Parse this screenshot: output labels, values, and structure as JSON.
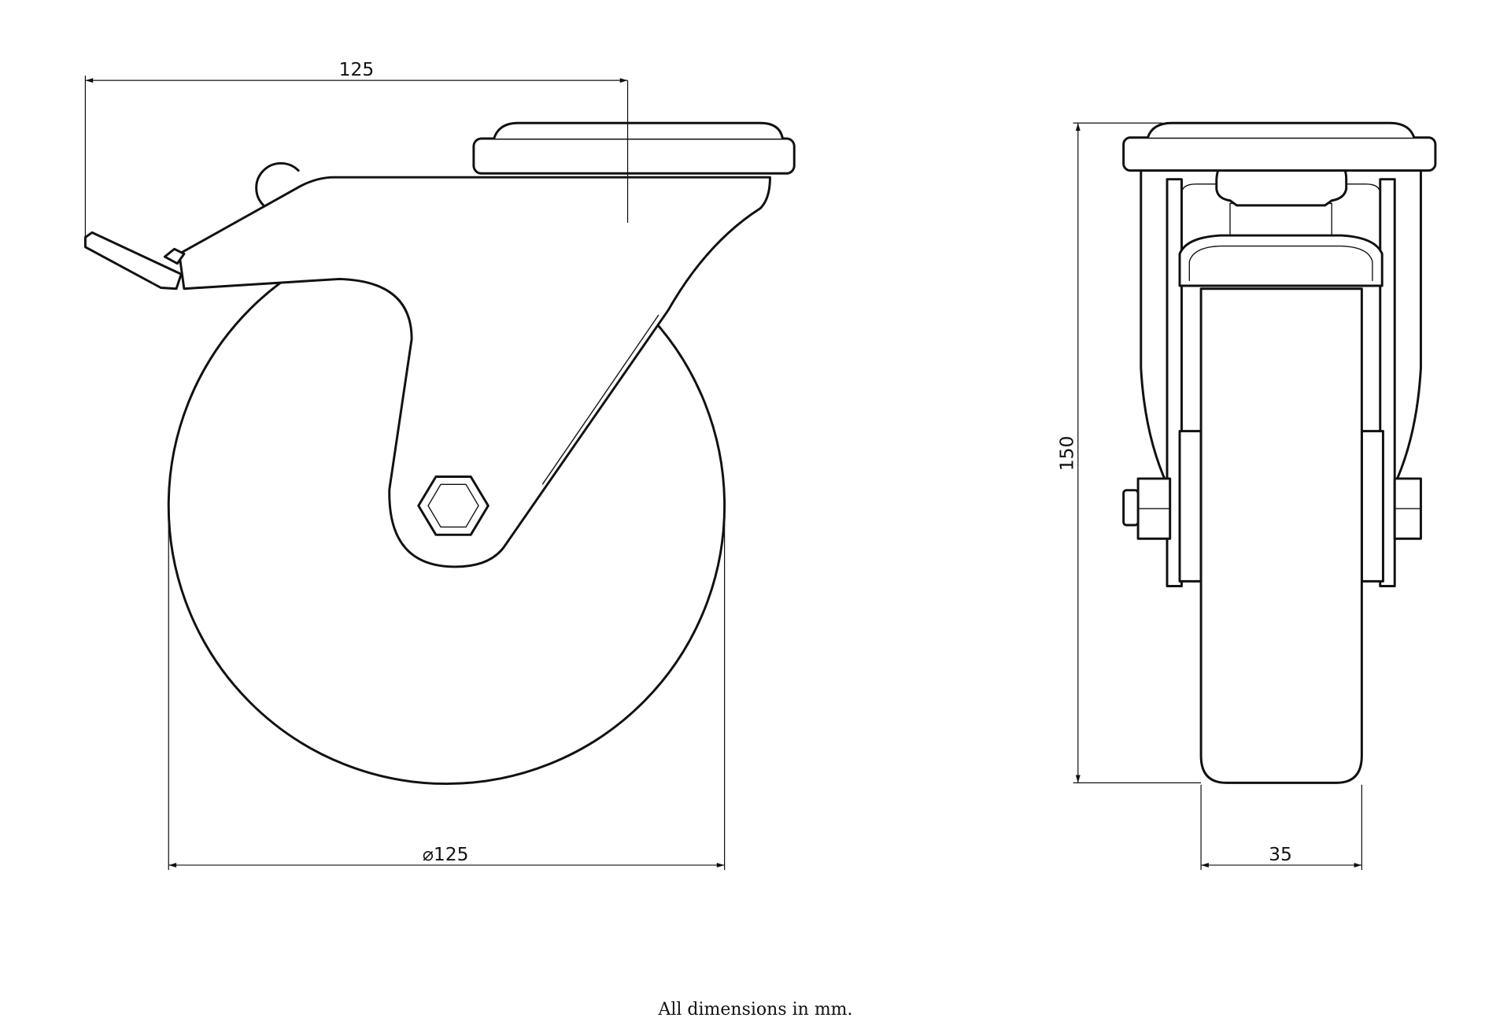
{
  "dimensions": {
    "swivel_height_offset": "125",
    "wheel_diameter": "⌀125",
    "overall_height": "150",
    "wheel_width": "35"
  },
  "caption": "All dimensions in mm."
}
